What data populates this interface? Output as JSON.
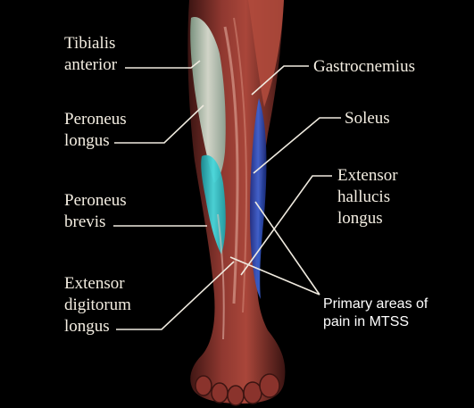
{
  "labels": {
    "tibialis_anterior": [
      "Tibialis",
      "anterior"
    ],
    "peroneus_longus": [
      "Peroneus",
      "longus"
    ],
    "peroneus_brevis": [
      "Peroneus",
      "brevis"
    ],
    "extensor_digitorum_longus": [
      "Extensor",
      "digitorum",
      "longus"
    ],
    "gastrocnemius": [
      "Gastrocnemius"
    ],
    "soleus": [
      "Soleus"
    ],
    "extensor_hallucis_longus": [
      "Extensor",
      "hallucis",
      "longus"
    ]
  },
  "callout": [
    "Primary areas of",
    "pain in MTSS"
  ],
  "colors": {
    "background": "#000000",
    "leader_line": "#f0ebe0",
    "muscle_red": "#9c3b32",
    "muscle_dark": "#5a1f1c",
    "tibialis_highlight": "#c8d2c4",
    "peroneus_brevis_highlight": "#39c6cc",
    "soleus_highlight": "#2f56c9",
    "label_text": "#f4eee2"
  }
}
